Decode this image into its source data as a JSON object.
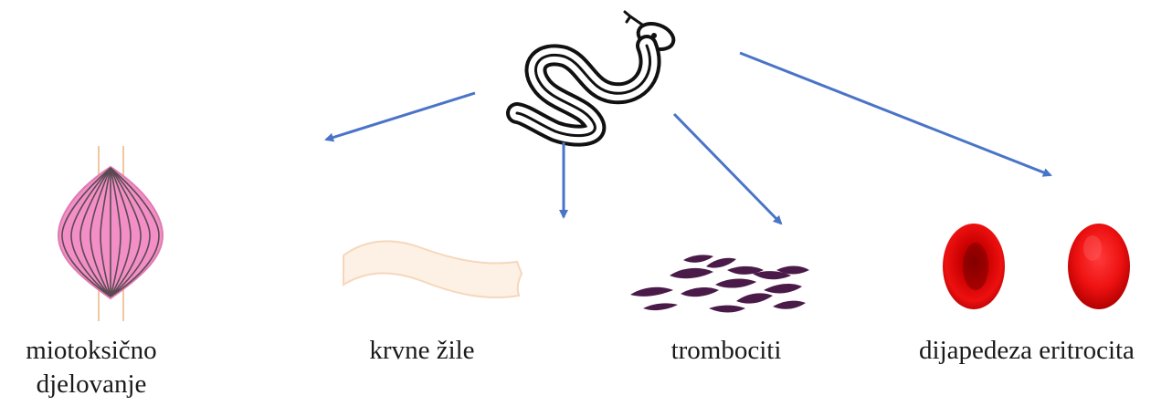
{
  "diagram": {
    "source_icon": "snake-icon",
    "arrow_color": "#4a74c7",
    "targets": [
      {
        "id": "muscle",
        "icon": "muscle-fiber-icon",
        "label_line1": "miotoksično",
        "label_line2": "djelovanje"
      },
      {
        "id": "vessels",
        "icon": "blood-vessel-icon",
        "label": "krvne žile"
      },
      {
        "id": "platelets",
        "icon": "platelets-icon",
        "label": "trombociti"
      },
      {
        "id": "rbc",
        "icon": "red-blood-cells-icon",
        "label": "dijapedeza eritrocita"
      }
    ]
  }
}
